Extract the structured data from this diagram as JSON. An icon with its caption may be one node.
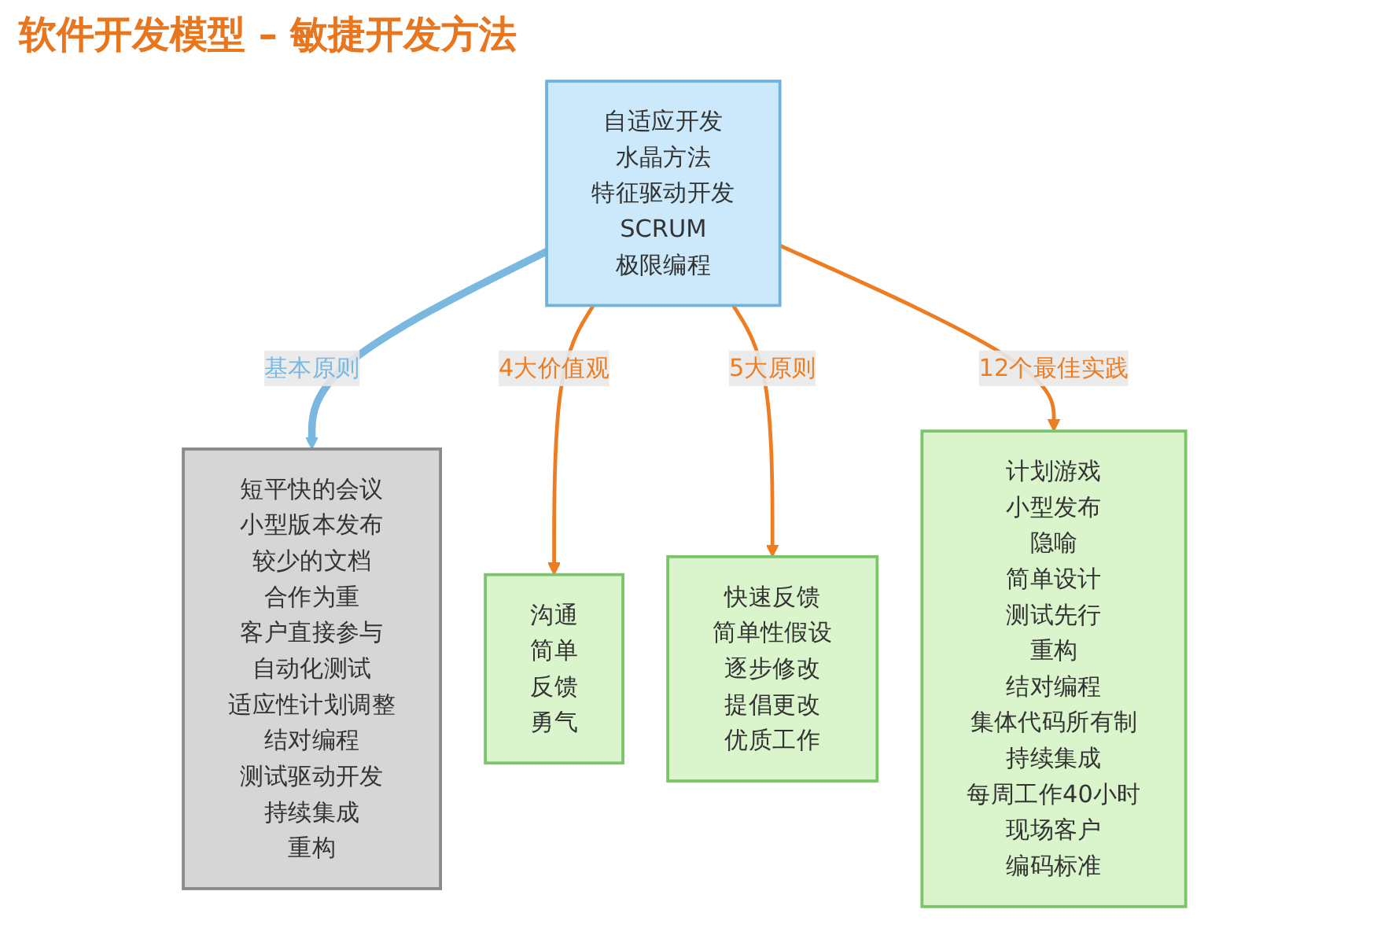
{
  "diagram": {
    "title": "软件开发模型 – 敏捷开发方法",
    "nodes": [
      {
        "text": [
          "自适应开发",
          "水晶方法",
          "特征驱动开发",
          "SCRUM",
          "极限编程"
        ]
      },
      {
        "text": [
          "短平快的会议",
          "小型版本发布",
          "较少的文档",
          "合作为重",
          "客户直接参与",
          "自动化测试",
          "适应性计划调整",
          "结对编程",
          "测试驱动开发",
          "持续集成",
          "重构"
        ]
      },
      {
        "text": [
          "沟通",
          "简单",
          "反馈",
          "勇气"
        ]
      },
      {
        "text": [
          "快速反馈",
          "简单性假设",
          "逐步修改",
          "提倡更改",
          "优质工作"
        ]
      },
      {
        "text": [
          "计划游戏",
          "小型发布",
          "隐喻",
          "简单设计",
          "测试先行",
          "重构",
          "结对编程",
          "集体代码所有制",
          "持续集成",
          "每周工作40小时",
          "现场客户",
          "编码标准"
        ]
      }
    ],
    "edges": [
      {
        "from": 0,
        "to": 1,
        "arrow": "to",
        "label": "基本原则",
        "style": "thick",
        "color": "#7ab8e0"
      },
      {
        "from": 0,
        "to": 2,
        "arrow": "to",
        "label": "4大价值观"
      },
      {
        "from": 0,
        "to": 3,
        "arrow": "to",
        "label": "5大原则"
      },
      {
        "from": 0,
        "to": 4,
        "arrow": "to",
        "label": "12个最佳实践"
      }
    ]
  }
}
